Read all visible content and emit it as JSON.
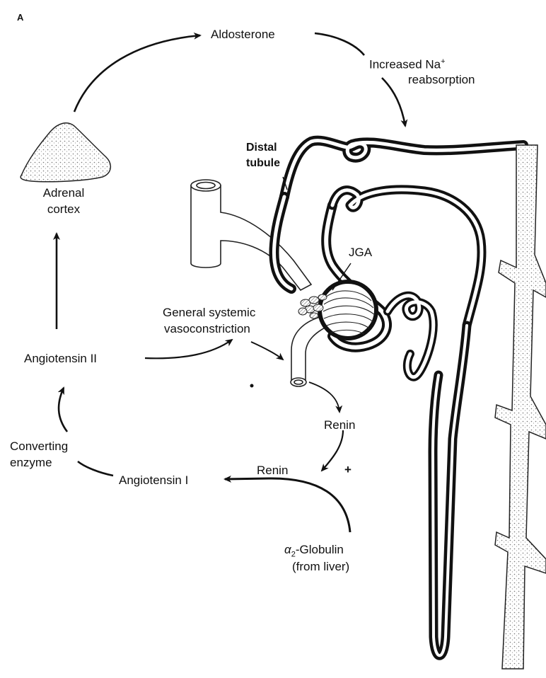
{
  "figure": {
    "panel_letter": "A",
    "labels": {
      "aldosterone": "Aldosterone",
      "increased_na_line1": "Increased Na",
      "increased_na_sup": "+",
      "increased_na_line2": "reabsorption",
      "adrenal_line1": "Adrenal",
      "adrenal_line2": "cortex",
      "distal_line1": "Distal",
      "distal_line2": "tubule",
      "jga": "JGA",
      "general_line1": "General systemic",
      "general_line2": "vasoconstriction",
      "angiotensin_ii": "Angiotensin II",
      "renin_upper": "Renin",
      "renin_lower": "Renin",
      "plus_sign": "+",
      "converting_line1": "Converting",
      "converting_line2": "enzyme",
      "angiotensin_i": "Angiotensin I",
      "globulin_alpha": "α",
      "globulin_sub": "2",
      "globulin_rest": "-Globulin",
      "globulin_line2": "(from liver)"
    }
  }
}
